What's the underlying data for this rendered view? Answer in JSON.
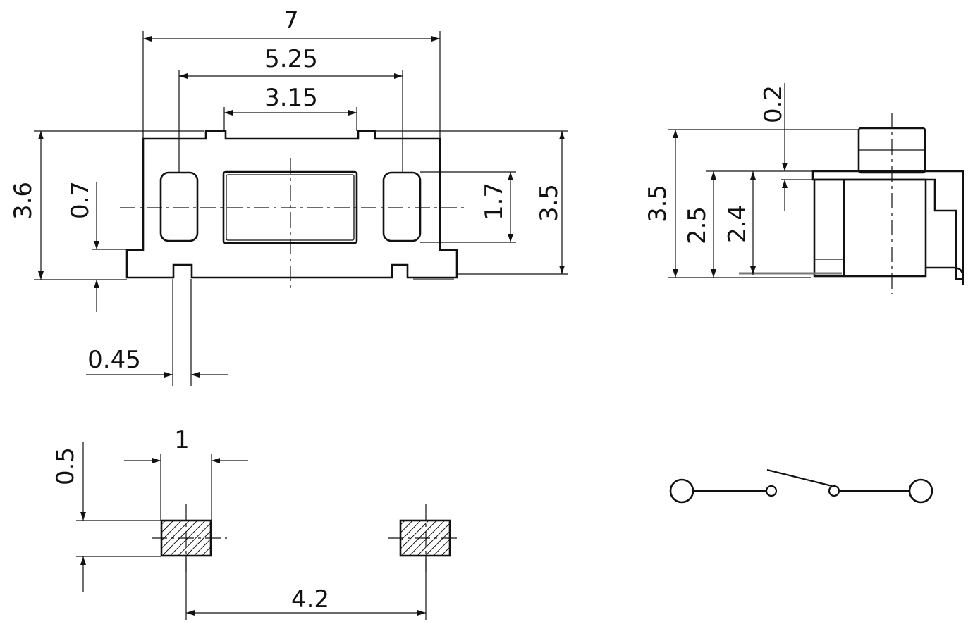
{
  "front_view": {
    "dims": {
      "overall_width": "7",
      "outer_pads_width": "5.25",
      "button_width": "3.15",
      "total_height": "3.6",
      "leg_height": "0.7",
      "slot_height": "1.7",
      "body_height": "3.5",
      "leg_width": "0.45"
    }
  },
  "side_view": {
    "dims": {
      "actuator_travel": "0.2",
      "overall_height": "3.5",
      "body_height": "2.5",
      "frame_height": "2.4"
    }
  },
  "footprint": {
    "dims": {
      "pad_width": "1",
      "pad_height": "0.5",
      "pad_spacing": "4.2"
    }
  },
  "schematic": {
    "symbol": "normally-open-switch"
  }
}
